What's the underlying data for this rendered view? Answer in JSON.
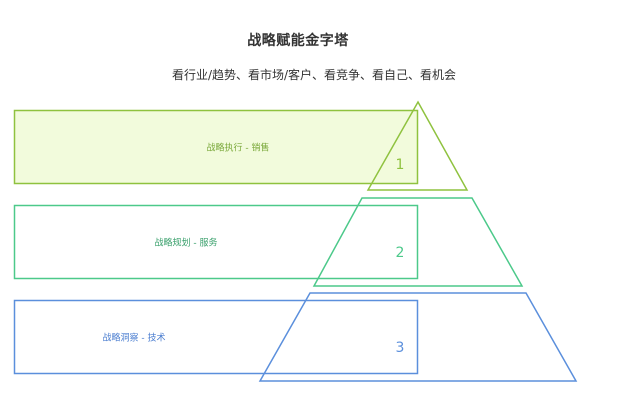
{
  "header": {
    "title": "战略赋能金字塔",
    "subtitle": "看行业/趋势、看市场/客户、看竞争、看自己、看机会"
  },
  "levels": [
    {
      "number": "1",
      "label": "战略执行 - 销售",
      "stroke": "#8fc23f",
      "fill": "#f2fbdc",
      "text_color": "#7aa83a"
    },
    {
      "number": "2",
      "label": "战略规划 - 服务",
      "stroke": "#4cc98a",
      "fill": "#ffffff",
      "text_color": "#3aa06c"
    },
    {
      "number": "3",
      "label": "战略洞察 - 技术",
      "stroke": "#5b8fdc",
      "fill": "#ffffff",
      "text_color": "#4b7ed0"
    }
  ]
}
